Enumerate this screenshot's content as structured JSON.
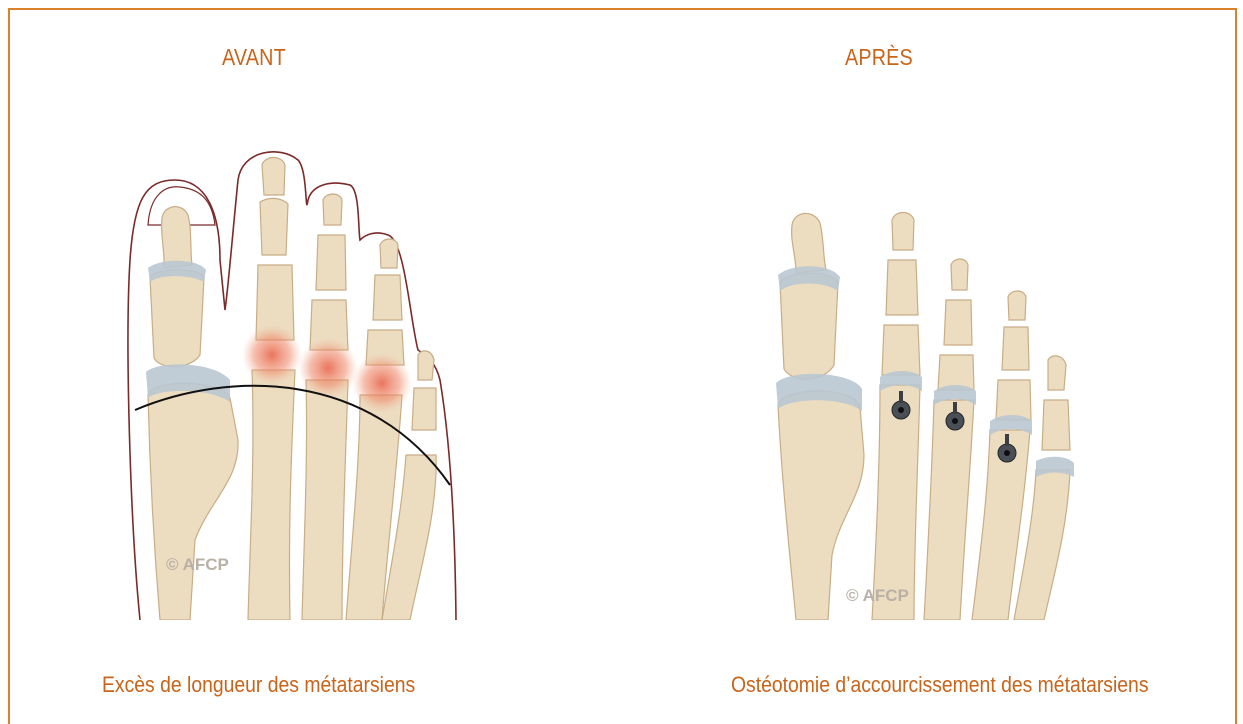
{
  "colors": {
    "frame": "#d9822b",
    "text": "#c9641a",
    "bone": "#ecdcc0",
    "bone_stroke": "#c8ad86",
    "cartilage": "#b9c6d1",
    "inflammation": "#e8654a",
    "outline": "#7b2a2a"
  },
  "before": {
    "heading": "AVANT",
    "caption": "Excès de longueur des métatarsiens",
    "watermark": "© AFCP"
  },
  "after": {
    "heading": "APRÈS",
    "caption": "Ostéotomie d’accourcissement des métatarsiens",
    "watermark": "© AFCP"
  }
}
